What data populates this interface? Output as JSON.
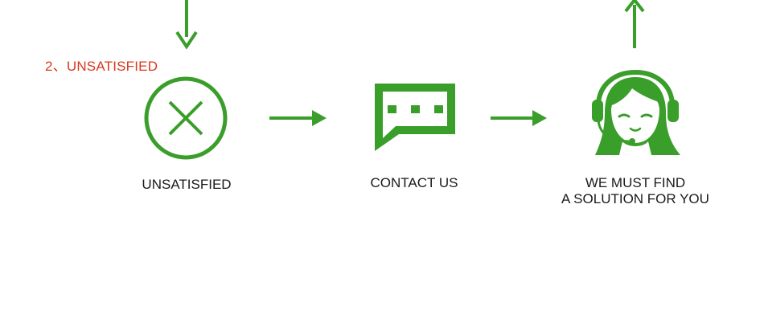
{
  "section": {
    "title": "2、UNSATISFIED"
  },
  "colors": {
    "accent": "#3a9e2a",
    "title": "#d9381e",
    "text": "#1a1a1a"
  },
  "steps": [
    {
      "label": "UNSATISFIED",
      "icon": "x-circle-icon"
    },
    {
      "label": "CONTACT US",
      "icon": "chat-bubble-icon"
    },
    {
      "label_lines": [
        "WE MUST FIND",
        "A SOLUTION FOR YOU"
      ],
      "icon": "headset-agent-icon"
    }
  ]
}
